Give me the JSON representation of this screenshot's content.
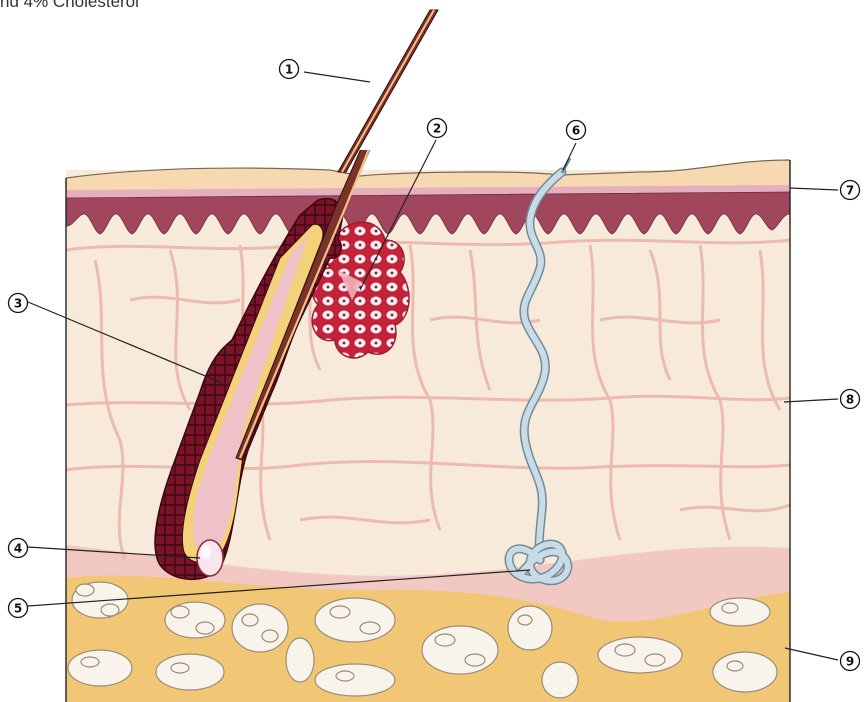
{
  "caption": "nd 4% Cholesterol",
  "labels": [
    {
      "id": "1",
      "text": "1"
    },
    {
      "id": "2",
      "text": "2"
    },
    {
      "id": "3",
      "text": "3"
    },
    {
      "id": "4",
      "text": "4"
    },
    {
      "id": "5",
      "text": "5"
    },
    {
      "id": "6",
      "text": "6"
    },
    {
      "id": "7",
      "text": "7"
    },
    {
      "id": "8",
      "text": "8"
    },
    {
      "id": "9",
      "text": "9"
    }
  ],
  "colors": {
    "epidermis_top": "#f6d9b0",
    "epidermis_band": "#e8b0bf",
    "dermal_papillae": "#a0475e",
    "dermis": "#f7eadb",
    "dermis_lines": "#eab2a6",
    "fat_layer": "#f1c775",
    "fat_cells": "#f7f3ea",
    "follicle_dark": "#6e1224",
    "hair_shaft": "#7a3328",
    "sweat_gland": "#c9dce6"
  }
}
